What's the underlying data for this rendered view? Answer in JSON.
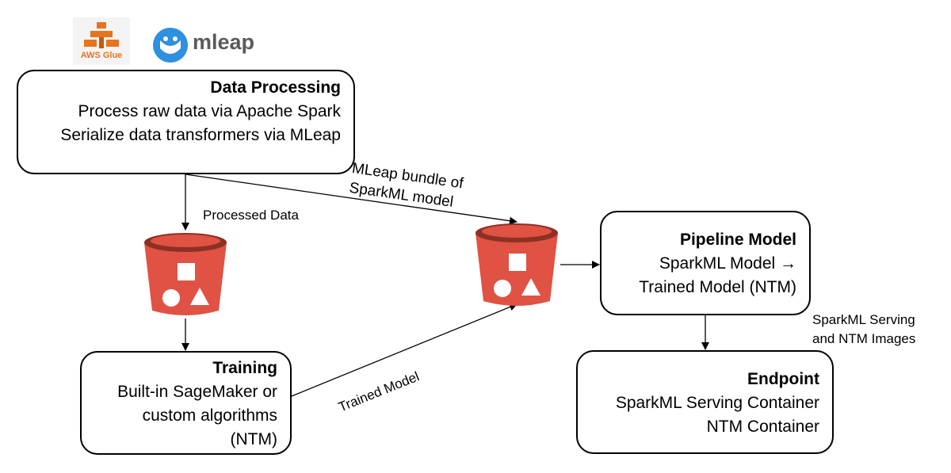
{
  "logos": {
    "aws_glue": "AWS Glue",
    "mleap": "mleap"
  },
  "nodes": {
    "data_processing": {
      "title": "Data Processing",
      "lines": [
        "Process raw data via Apache Spark",
        "Serialize data transformers via MLeap"
      ]
    },
    "training": {
      "title": "Training",
      "lines": [
        "Built-in SageMaker or",
        "custom algorithms",
        "(NTM)"
      ]
    },
    "pipeline_model": {
      "title": "Pipeline Model",
      "lines": [
        "SparkML Model →",
        "Trained Model (NTM)"
      ]
    },
    "endpoint": {
      "title": "Endpoint",
      "lines": [
        "SparkML Serving Container",
        "NTM Container"
      ]
    }
  },
  "edges": {
    "processed_data": "Processed Data",
    "mleap_bundle": [
      "MLeap bundle of",
      "SparkML model"
    ],
    "trained_model": "Trained Model",
    "serving_images": [
      "SparkML Serving",
      "and NTM Images"
    ]
  },
  "colors": {
    "bucket_red": "#e05243",
    "bucket_dark": "#8c3123",
    "glue_orange": "#e8731f",
    "mleap_blue": "#2f8fe0"
  },
  "icons": [
    "aws-glue-logo-icon",
    "mleap-logo-icon",
    "s3-bucket-icon"
  ]
}
